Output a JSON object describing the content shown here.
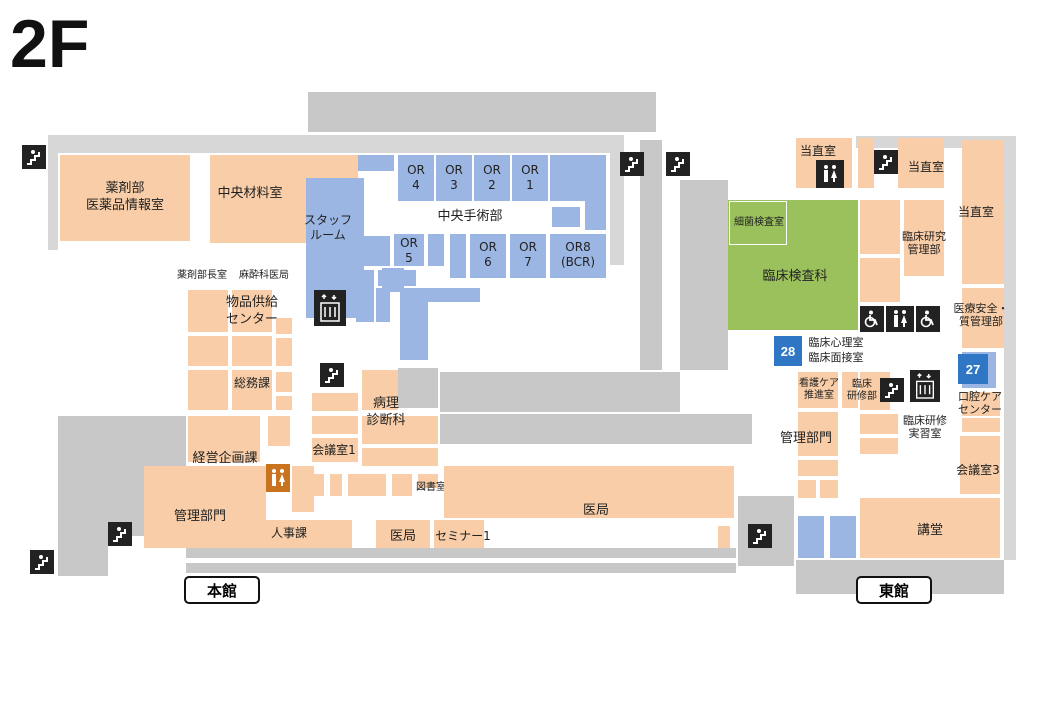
{
  "floor": "2F",
  "buildings": {
    "main": "本館",
    "east": "東館"
  },
  "rooms": {
    "pharmacy": "薬剤部\n医薬品情報室",
    "central_supply": "中央材料室",
    "or4": "OR\n4",
    "or3": "OR\n3",
    "or2": "OR\n2",
    "or1": "OR\n1",
    "staff_room": "スタッフ\nルーム",
    "surgery": "中央手術部",
    "or5": "OR\n5",
    "or6": "OR\n6",
    "or7": "OR\n7",
    "or8": "OR8\n(BCR)",
    "pharmacy_chief": "薬剤部長室",
    "anesthesia": "麻酔科医局",
    "supply_center": "物品供給\nセンター",
    "general_affairs": "総務課",
    "pathology": "病理\n診断科",
    "meeting1": "会議室1",
    "planning": "経営企画課",
    "library": "図書室",
    "admin_main": "管理部門",
    "hr": "人事課",
    "medical_office_small": "医局",
    "seminar1": "セミナー1",
    "medical_office": "医局",
    "on_duty_a": "当直室",
    "on_duty_b": "当直室",
    "on_duty_c": "当直室",
    "bacteria_lab": "細菌検査室",
    "clinical_lab": "臨床検査科",
    "clinical_research": "臨床研究\n管理部",
    "safety": "医療安全・\n質管理部",
    "psychology": "臨床心理室",
    "interview": "臨床面接室",
    "nursing_care": "看護ケア\n推進室",
    "clinical_training": "臨床\n研修部",
    "training_room": "臨床研修\n実習室",
    "oral_care": "口腔ケア\nセンター",
    "admin_east": "管理部門",
    "meeting3": "会議室3",
    "auditorium": "講堂"
  },
  "badges": {
    "b28": "28",
    "b27": "27"
  },
  "icons": [
    "stairs-icon",
    "elevator-icon",
    "restroom-icon",
    "accessible-icon"
  ]
}
